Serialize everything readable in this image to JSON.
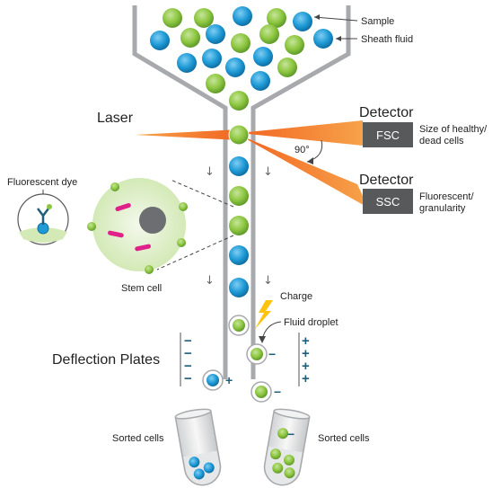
{
  "labels": {
    "sample": "Sample",
    "sheath_fluid": "Sheath fluid",
    "laser": "Laser",
    "detector_fsc": "Detector",
    "fsc": "FSC",
    "fsc_desc_1": "Size of healthy/",
    "fsc_desc_2": "dead cells",
    "angle": "90°",
    "detector_ssc": "Detector",
    "ssc": "SSC",
    "ssc_desc_1": "Fluorescent/",
    "ssc_desc_2": "granularity",
    "fluorescent_dye": "Fluorescent dye",
    "stem_cell": "Stem cell",
    "charge": "Charge",
    "fluid_droplet": "Fluid droplet",
    "deflection_plates": "Deflection Plates",
    "sorted_cells_left": "Sorted cells",
    "sorted_cells_right": "Sorted cells"
  },
  "signs": {
    "minus": "−",
    "plus": "+"
  },
  "flow_arrow": "↓",
  "colors": {
    "green_cell": "#8dc63f",
    "blue_cell": "#1e9ad6",
    "channel": "#a7a9ac",
    "laser": "#f7941d",
    "detector_box": "#58595b",
    "charge_bolt": "#ffc20e",
    "plate_sign": "#1f5f7a"
  }
}
